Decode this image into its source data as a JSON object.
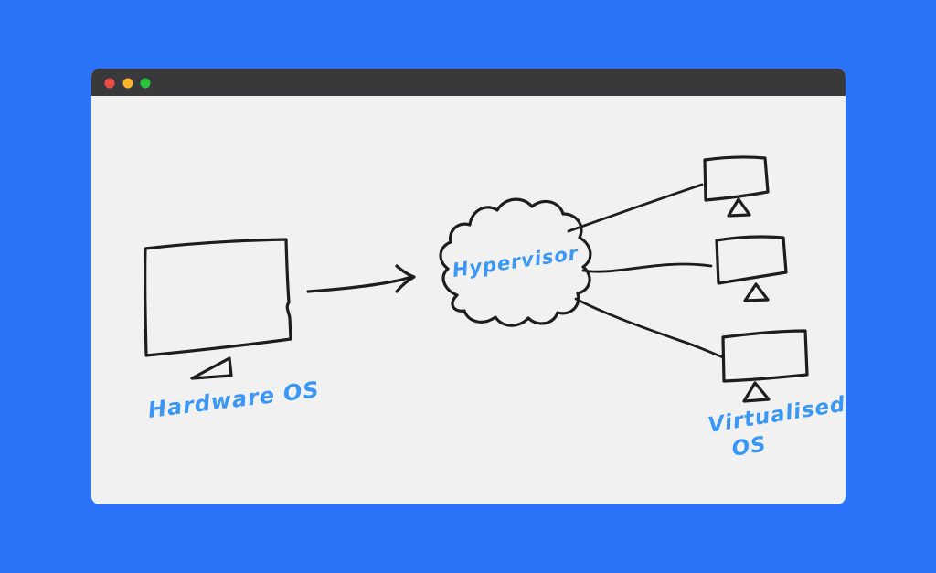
{
  "window": {
    "background_color": "#2a72f8",
    "body_color": "#f1f1f2",
    "titlebar": {
      "color": "#39393b",
      "traffic_lights": [
        {
          "name": "close",
          "color": "#ee4c47"
        },
        {
          "name": "minimize",
          "color": "#fbb52d"
        },
        {
          "name": "maximize",
          "color": "#27c23e"
        }
      ]
    }
  },
  "diagram": {
    "ink_color": "#1d1d1f",
    "handwriting_color": "#3b97f4",
    "labels": {
      "hardware_os": "Hardware OS",
      "hypervisor": "Hypervisor",
      "virtualised_line1": "Virtualised",
      "virtualised_line2": "OS"
    },
    "structure": {
      "nodes": [
        {
          "id": "hardware-monitor",
          "shape": "monitor",
          "label": "Hardware OS"
        },
        {
          "id": "hypervisor-cloud",
          "shape": "cloud",
          "label": "Hypervisor"
        },
        {
          "id": "vm-monitor-1",
          "shape": "monitor",
          "group_label": "Virtualised OS"
        },
        {
          "id": "vm-monitor-2",
          "shape": "monitor",
          "group_label": "Virtualised OS"
        },
        {
          "id": "vm-monitor-3",
          "shape": "monitor",
          "group_label": "Virtualised OS"
        }
      ],
      "edges": [
        {
          "from": "hardware-monitor",
          "to": "hypervisor-cloud",
          "type": "arrow"
        },
        {
          "from": "hypervisor-cloud",
          "to": "vm-monitor-1",
          "type": "line"
        },
        {
          "from": "hypervisor-cloud",
          "to": "vm-monitor-2",
          "type": "line"
        },
        {
          "from": "hypervisor-cloud",
          "to": "vm-monitor-3",
          "type": "line"
        }
      ]
    }
  }
}
